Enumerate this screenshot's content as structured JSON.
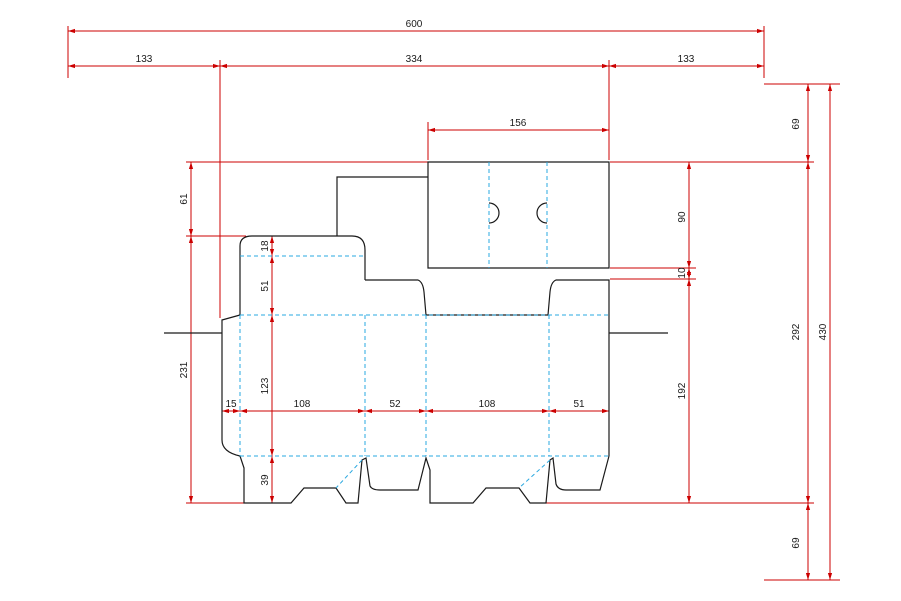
{
  "diagram": {
    "colors": {
      "dimension": "#cc0000",
      "cut": "#1a1a1a",
      "fold": "#2aa8e0"
    },
    "dimensions": {
      "total_width": "600",
      "left_margin": "133",
      "box_width": "334",
      "right_margin": "133",
      "tab_width": "156",
      "top_margin": "69",
      "left_top_offset": "61",
      "tab_height": "90",
      "gap": "10",
      "body_height_right": "192",
      "total_height": "430",
      "span_height": "292",
      "bottom_margin": "69",
      "left_height": "231",
      "flap_top": "18",
      "top_panel": "51",
      "front_panel": "123",
      "bottom_flap": "39",
      "glue_tab": "15",
      "panel_1": "108",
      "panel_2": "52",
      "panel_3": "108",
      "panel_4": "51"
    }
  }
}
